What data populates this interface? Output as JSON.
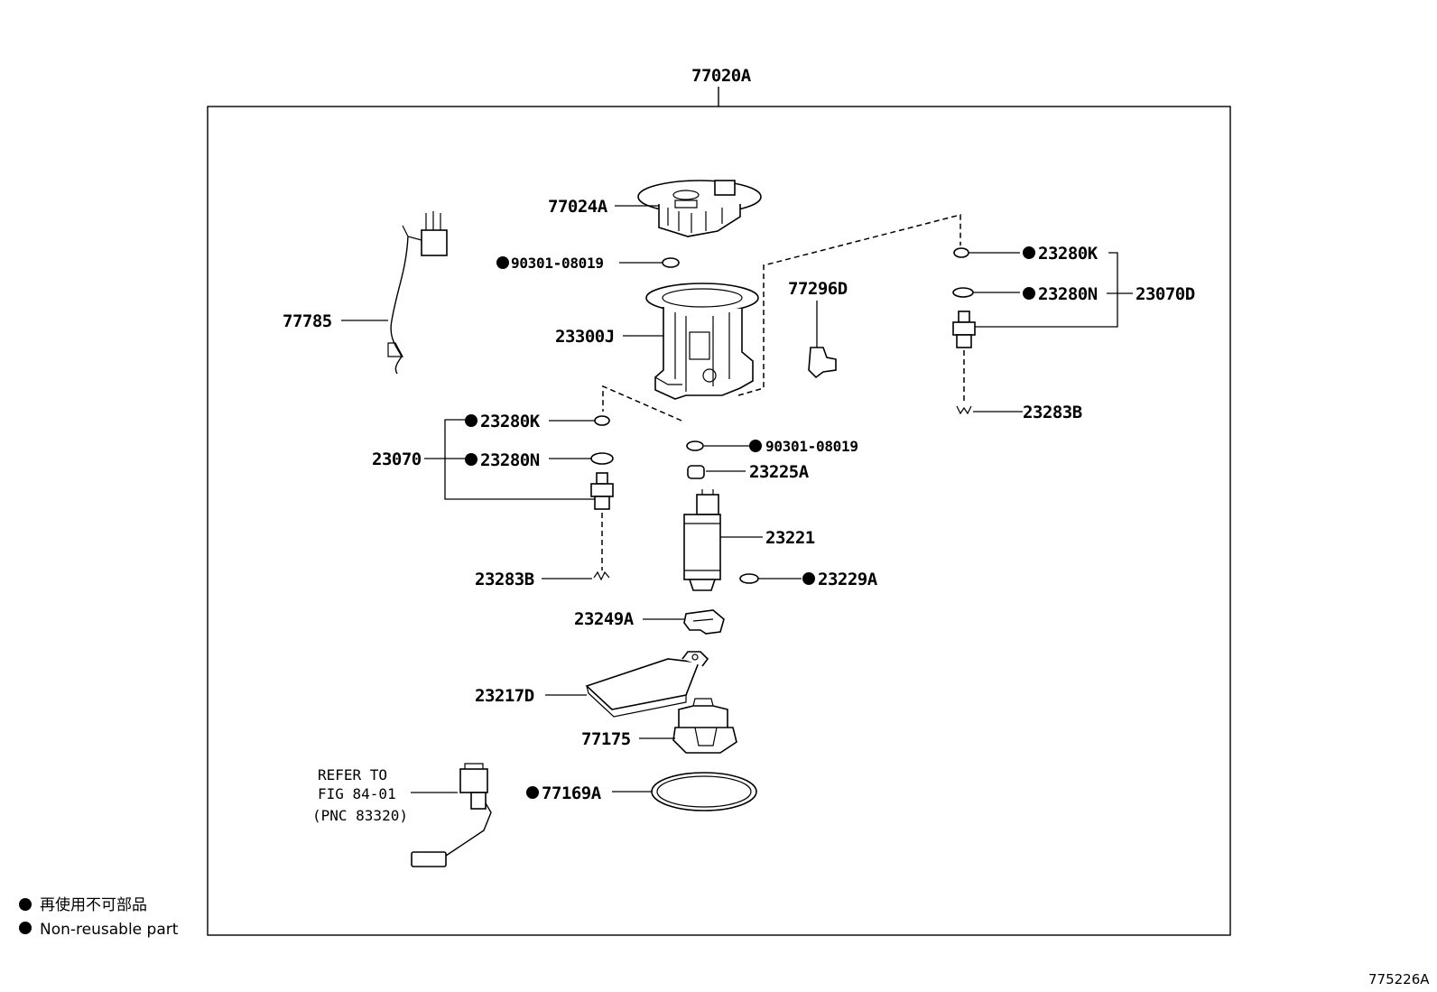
{
  "assembly_label": "77020A",
  "labels": {
    "p77024A": "77024A",
    "p90301_top": "90301-08019",
    "p77785": "77785",
    "p23300J": "23300J",
    "p77296D": "77296D",
    "p23280K_r": "23280K",
    "p23280N_r": "23280N",
    "p23070D": "23070D",
    "p23283B_r": "23283B",
    "p23280K_l": "23280K",
    "p23280N_l": "23280N",
    "p23070": "23070",
    "p90301_mid": "90301-08019",
    "p23225A": "23225A",
    "p23221": "23221",
    "p23283B_l": "23283B",
    "p23229A": "23229A",
    "p23249A": "23249A",
    "p23217D": "23217D",
    "p77175": "77175",
    "p77169A": "77169A"
  },
  "refer": {
    "line1": "REFER TO",
    "line2": "FIG 84-01",
    "line3": "(PNC 83320)"
  },
  "legend": {
    "japanese": "再使用不可部品",
    "english": "Non-reusable part"
  },
  "figure_code": "775226A"
}
